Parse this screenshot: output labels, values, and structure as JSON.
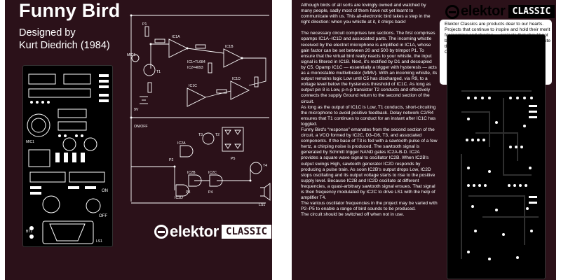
{
  "front": {
    "title": "Funny Bird",
    "subtitle_line1": "Designed by",
    "subtitle_line2": "Kurt Diedrich (1984)",
    "logo": {
      "brand": "elektor",
      "series": "CLASSIC"
    },
    "schematic_labels": {
      "ic1a": "IC1A",
      "ic1b": "IC1B",
      "ic1c": "IC1C",
      "ic1d": "IC1D",
      "ic2a": "IC2A",
      "ic2b": "IC2B",
      "ic2c": "IC2C",
      "ic2d": "IC2D",
      "mic": "MIC1",
      "battery": "9V",
      "onoff": "ON/OFF",
      "ls": "LS1",
      "p1": "P1",
      "p2": "P2",
      "p3": "P3",
      "p4": "P4",
      "p5": "P5",
      "t1": "T1",
      "t2": "T2",
      "t3": "T3",
      "t4": "T4",
      "opamp": "IC1=TL084",
      "cmos": "IC2=4093"
    },
    "pcb_labels": {
      "on": "ON",
      "off": "OFF",
      "bt1": "BT1",
      "ls1": "LS1",
      "mic1": "MIC1"
    }
  },
  "back": {
    "logo": {
      "brand": "elektor",
      "series": "CLASSIC"
    },
    "body": [
      "Although birds of all sorts are lovingly owned and watched by many people, sadly most of them have not yet learnt to communicate with us. This all-electronic bird takes a step in the right direction: when you whistle at it, it chirps back!",
      "",
      "The necessary circuit comprises two sections. The first comprises opamps IC1A–IC1D and associated parts. The incoming whistle received by the electret microphone is amplified in IC1A, whose gain factor can be set between 20 and 500 by trimpot P1. To ensure that the virtual bird really reacts to your whistle, the input signal is filtered in IC1B. Next, it's rectified by D1 and decoupled by C5. Opamp IC1C — essentially a trigger with hysteresis — acts as a monostable multivibrator (MMV). With an incoming whistle, its output remains logic Low until C5 has discharged, via R9, to a voltage level below the hysteresis threshold of IC1C. As long as output pin 8 is Low, p-n-p transistor T2 conducts and effectively connects the supply Ground return to the second section of the circuit.",
      "As long as the output of IC1C is Low, T1 conducts, short-circuiting the microphone to avoid positive feedback. Delay network C2/R4 ensures that T1 continues to conduct for an instant after IC1C has toggled.",
      "Funny Bird's “response” emanates from the second section of the circuit, a VCO formed by IC2C, D3–D6, T3, and associated components. If the base of T3 is fed with a sawtooth pulse of a few hertz, a chirping noise is produced. The sawtooth signal is generated by Schmitt trigger NAND gates IC2A-B-D. IC2A provides a square wave signal to oscillator IC2B. When IC2B's output swings High, sawtooth generator IC2D responds by producing a pulse train. As soon IC2B's output drops Low, IC2D stops oscillating and its output voltage starts to rise to the positive supply level. Because IC2B and IC2D oscillate at different frequencies, a quasi-arbitrary sawtooth signal ensues. That signal is then frequency modulated by IC2C to drive LS1 with the help of amplifier T4.",
      "The various oscillator frequencies in the project may be varied with P2–P5 to enable a range of bird sounds to be produced.",
      "The circuit should be switched off when not in use."
    ],
    "info": "Elektor Classics are products dear to our hearts. Projects that continue to inspire and hold their merit for learning and sharing — projects that should not be forgotten and now deserve our immediate tribute through a fresh rendition on a circuit board, as a Classic from Elektor!"
  },
  "colors": {
    "panel": "#2b1119",
    "board": "#000000",
    "text": "#ffffff"
  }
}
